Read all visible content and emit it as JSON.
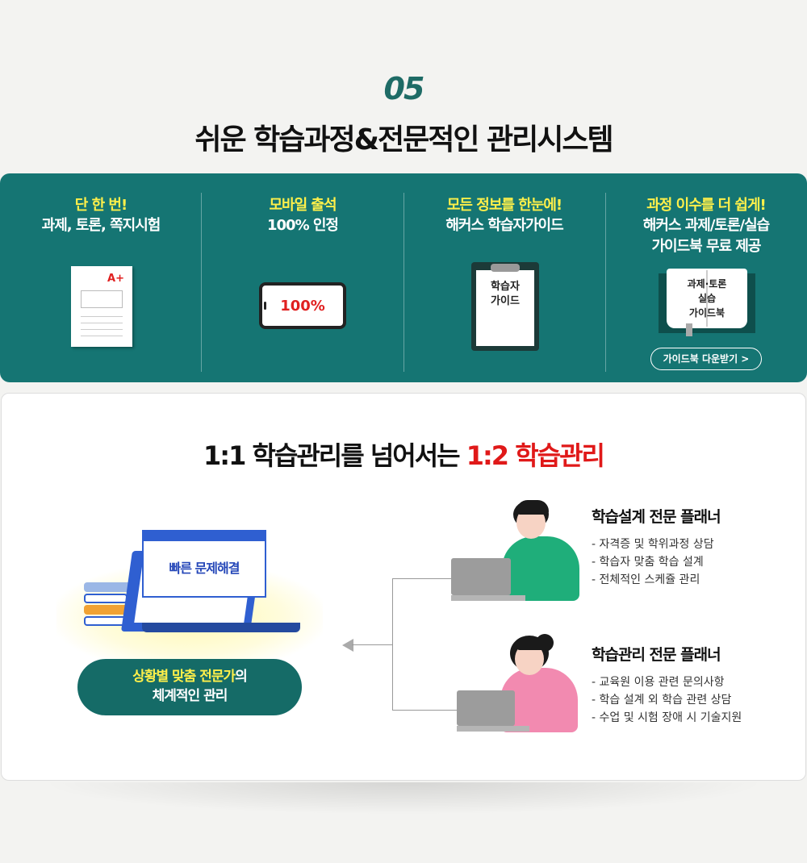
{
  "section": {
    "number": "05",
    "title": "쉬운 학습과정&전문적인 관리시스템"
  },
  "features": [
    {
      "head": "단 한 번!",
      "sub": [
        "과제, 토론, 쪽지시험"
      ],
      "icon": "test-paper-icon",
      "grade": "A+"
    },
    {
      "head": "모바일 출석",
      "sub": [
        "100% 인정"
      ],
      "icon": "mobile-phone-icon",
      "screen_text": "100%"
    },
    {
      "head": "모든 정보를 한눈에!",
      "sub": [
        "해커스 학습자가이드"
      ],
      "icon": "clipboard-icon",
      "clip_text": [
        "학습자",
        "가이드"
      ]
    },
    {
      "head": "과정 이수를 더 쉽게!",
      "sub": [
        "해커스 과제/토론/실습",
        "가이드북 무료 제공"
      ],
      "icon": "guidebook-icon",
      "book_text": [
        "과제·토론",
        "실습",
        "가이드북"
      ],
      "button": "가이드북 다운받기 >"
    }
  ],
  "management": {
    "headline_prefix": "1:1 학습관리를 넘어서는 ",
    "headline_highlight": "1:2 학습관리",
    "laptop_popup": "빠른 문제해결",
    "badge_highlight": "상황별 맞춤 전문가",
    "badge_suffix": "의",
    "badge_line2": "체계적인 관리",
    "planners": [
      {
        "title": "학습설계 전문 플래너",
        "items": [
          "- 자격증 및 학위과정 상담",
          "- 학습자 맞춤 학습 설계",
          "- 전체적인 스케쥴 관리"
        ]
      },
      {
        "title": "학습관리 전문 플래너",
        "items": [
          "- 교육원 이용 관련 문의사항",
          "- 학습 설계 외 학습 관련 상담",
          "- 수업 및 시험 장애 시 기술지원"
        ]
      }
    ]
  },
  "colors": {
    "teal": "#157573",
    "yellow": "#fff04a",
    "red": "#e01919",
    "blue": "#2f5fd1"
  }
}
